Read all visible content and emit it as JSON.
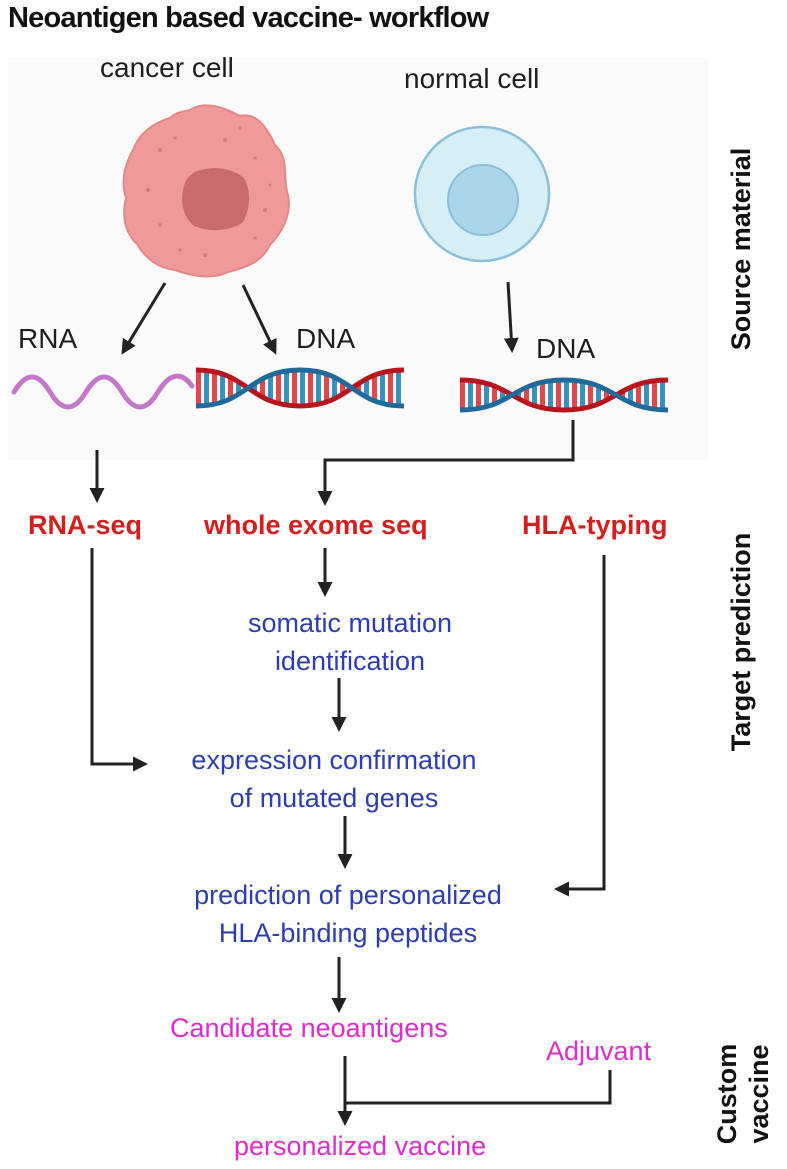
{
  "title": "Neoantigen based vaccine- workflow",
  "source": {
    "cancer_cell_label": "cancer cell",
    "normal_cell_label": "normal cell",
    "rna_label": "RNA",
    "dna_cancer_label": "DNA",
    "dna_normal_label": "DNA"
  },
  "methods": {
    "rna_seq": "RNA-seq",
    "whole_exome": "whole exome seq",
    "hla_typing": "HLA-typing"
  },
  "steps": {
    "somatic_line1": "somatic mutation",
    "somatic_line2": "identification",
    "expression_line1": "expression confirmation",
    "expression_line2": "of mutated genes",
    "prediction_line1": "prediction of personalized",
    "prediction_line2": "HLA-binding peptides"
  },
  "vaccine": {
    "candidates": "Candidate neoantigens",
    "adjuvant": "Adjuvant",
    "personalized": "personalized vaccine"
  },
  "sections": {
    "source_material": "Source  material",
    "target_prediction": "Target prediction",
    "custom_line1": "Custom",
    "custom_line2": "vaccine"
  },
  "colors": {
    "method_red": "#d3201f",
    "step_blue": "#2e3db0",
    "vaccine_magenta": "#dc2ccb",
    "dna_red": "#b8141d",
    "dna_blue": "#1f6a9a",
    "rna_purple": "#c377c8",
    "cancer_cell": "#ef9a9a",
    "normal_cell": "#d6eef6"
  }
}
